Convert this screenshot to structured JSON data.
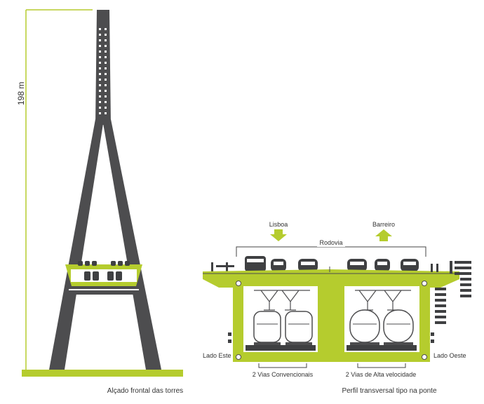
{
  "tower_view": {
    "height_label": "198 m",
    "caption": "Alçado frontal das torres"
  },
  "section_view": {
    "direction_left": "Lisboa",
    "direction_right": "Barreiro",
    "roadway_label": "Rodovia",
    "side_left": "Lado Este",
    "side_right": "Lado Oeste",
    "tracks_left": "2 Vias Convencionais",
    "tracks_right": "2 Vias de Alta velocidade",
    "caption": "Perfil transversal tipo na ponte"
  },
  "colors": {
    "accent": "#b5cc2e",
    "structure": "#4d4d4f",
    "vehicle": "#3f4042",
    "rail_car": "#ffffff"
  }
}
